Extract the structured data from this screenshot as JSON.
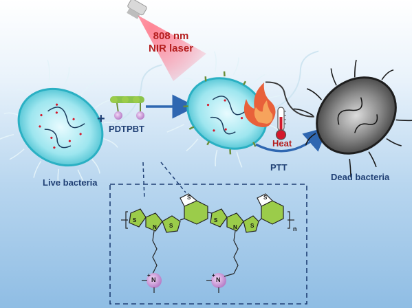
{
  "laser": {
    "wavelength": "808 nm",
    "name": "NIR laser"
  },
  "labels": {
    "polymer": "PDTPBT",
    "live": "Live bacteria",
    "dead": "Dead bacteria",
    "heat": "Heat",
    "therapy": "PTT",
    "plus": "+"
  },
  "structure": {
    "atom_s": "S",
    "atom_n": "N",
    "charge": "+",
    "subscript": "n"
  },
  "colors": {
    "laser": "#e8384f",
    "bacteria_cell": "#a7e8ef",
    "bacteria_core": "#29b6c8",
    "dead_cell": "#6e6e6e",
    "arrow": "#2f67b1",
    "polymer_backbone": "#9bcc4a",
    "ammonium": "#c79ad6",
    "flame": "#e8603a",
    "text_dark": "#1f3f74",
    "text_red": "#b41e1e"
  }
}
